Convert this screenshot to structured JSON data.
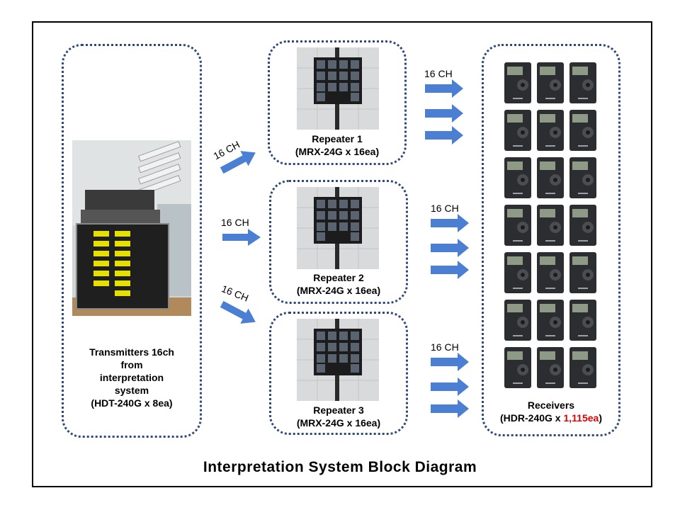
{
  "transmitters": {
    "line1": "Transmitters 16ch",
    "line2": "from",
    "line3": "interpretation",
    "line4": "system",
    "line5": "(HDT-240G x 8ea)"
  },
  "repeaters": [
    {
      "name": "Repeater 1",
      "model": "(MRX-24G x 16ea)"
    },
    {
      "name": "Repeater 2",
      "model": "(MRX-24G x 16ea)"
    },
    {
      "name": "Repeater 3",
      "model": "(MRX-24G x 16ea)"
    }
  ],
  "channel_label": "16 CH",
  "receivers": {
    "name": "Receivers",
    "model_prefix": "(HDR-240G x ",
    "model_count": "1,115ea",
    "model_suffix": ")"
  },
  "title": "Interpretation System Block Diagram",
  "colors": {
    "arrow": "#4a7fd4",
    "border": "#2e4a7a",
    "highlight": "#e00000"
  }
}
